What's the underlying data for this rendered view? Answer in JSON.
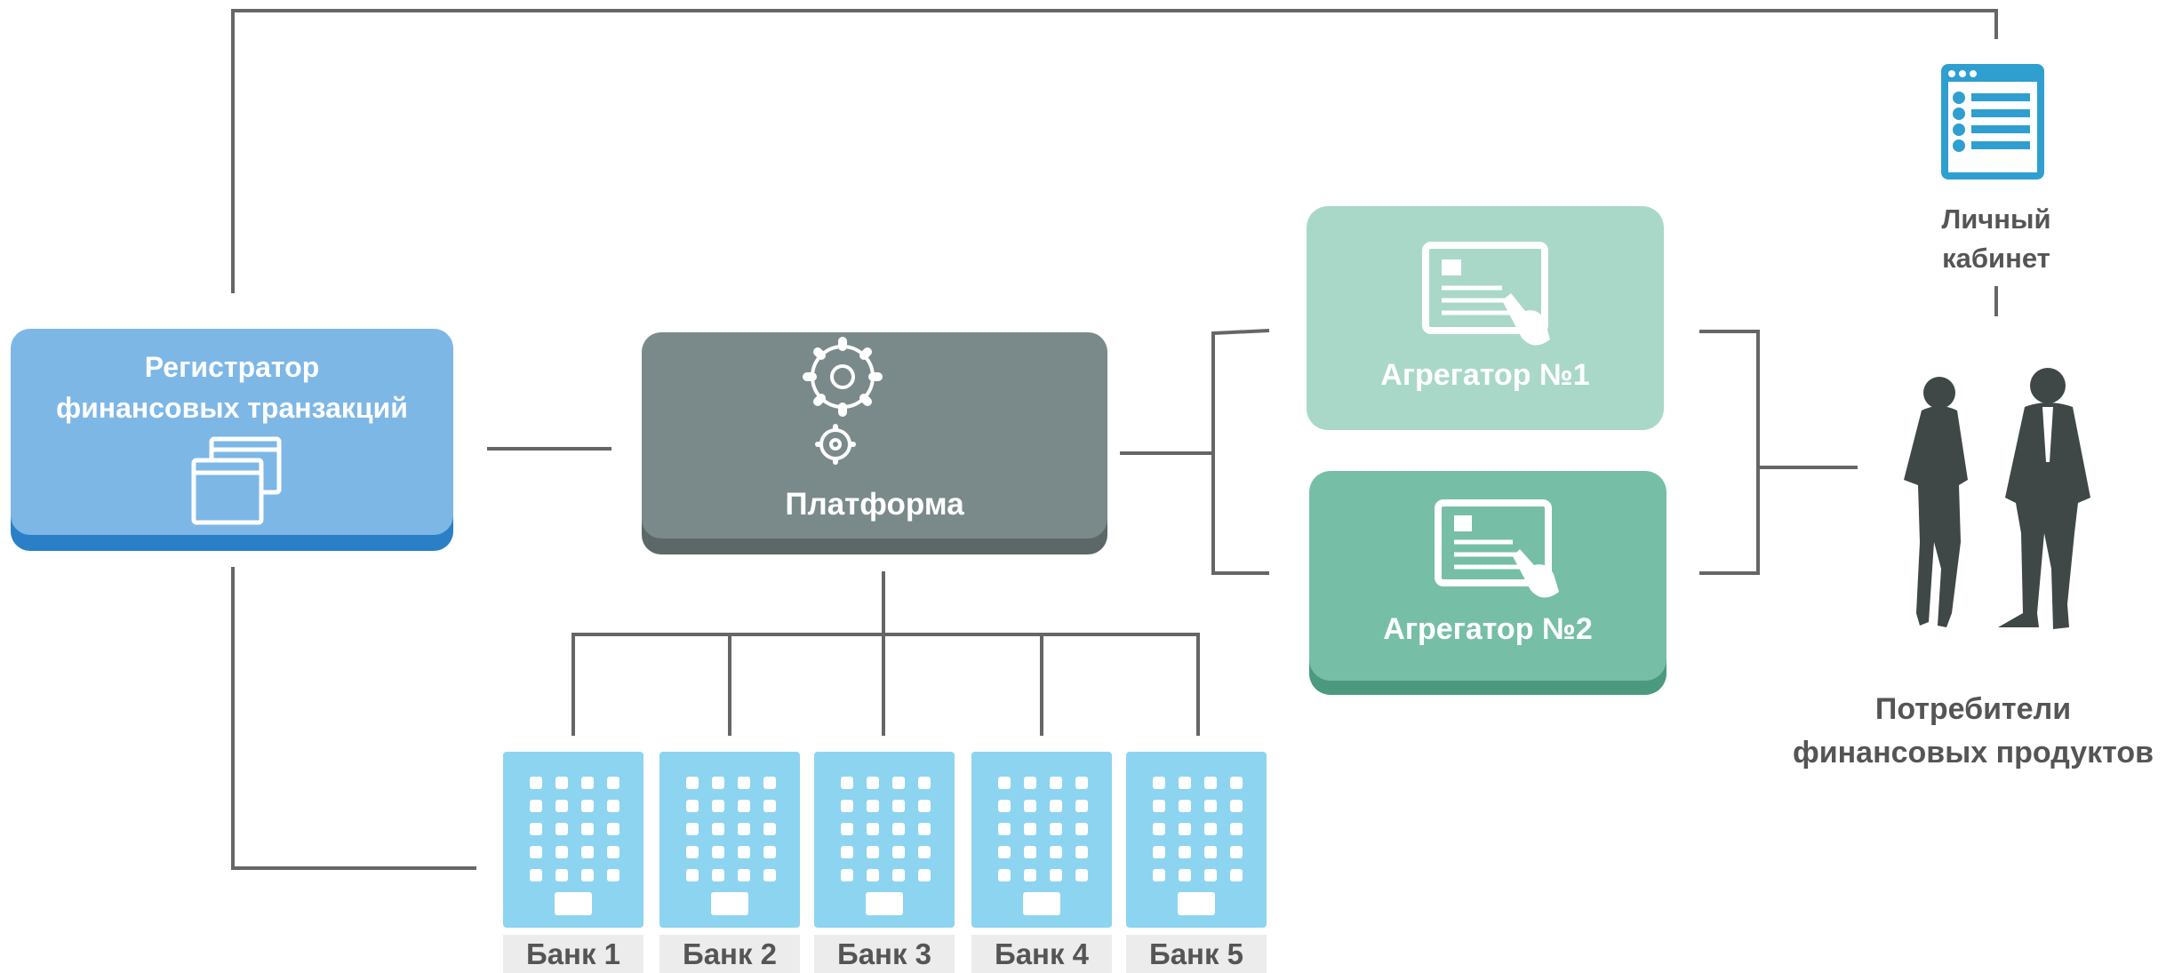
{
  "registrar": {
    "label_line1": "Регистратор",
    "label_line2": "финансовых транзакций"
  },
  "platform": {
    "label": "Платформа"
  },
  "aggregators": [
    {
      "label": "Агрегатор №1"
    },
    {
      "label": "Агрегатор №2"
    }
  ],
  "personal_account": {
    "label_line1": "Личный",
    "label_line2": "кабинет"
  },
  "consumers": {
    "label_line1": "Потребители",
    "label_line2": "финансовых продуктов"
  },
  "banks": [
    {
      "label": "Банк 1"
    },
    {
      "label": "Банк 2"
    },
    {
      "label": "Банк 3"
    },
    {
      "label": "Банк 4"
    },
    {
      "label": "Банк 5"
    }
  ],
  "colors": {
    "connector": "#666666",
    "registrar": "#7db7e6",
    "registrar_shadow": "#2b7fc6",
    "platform": "#7a8a8a",
    "platform_shadow": "#5c6868",
    "aggregator1": "#a9d8c8",
    "aggregator2": "#76bfa6",
    "aggregator2_shadow": "#4b9a80",
    "bank": "#8dd4f0",
    "personal_account_icon": "#2f9fd0",
    "people": "#3f4747"
  },
  "icons": [
    "browser-windows-icon",
    "gears-icon",
    "touch-screen-icon",
    "web-page-icon",
    "people-icon",
    "building-icon"
  ]
}
